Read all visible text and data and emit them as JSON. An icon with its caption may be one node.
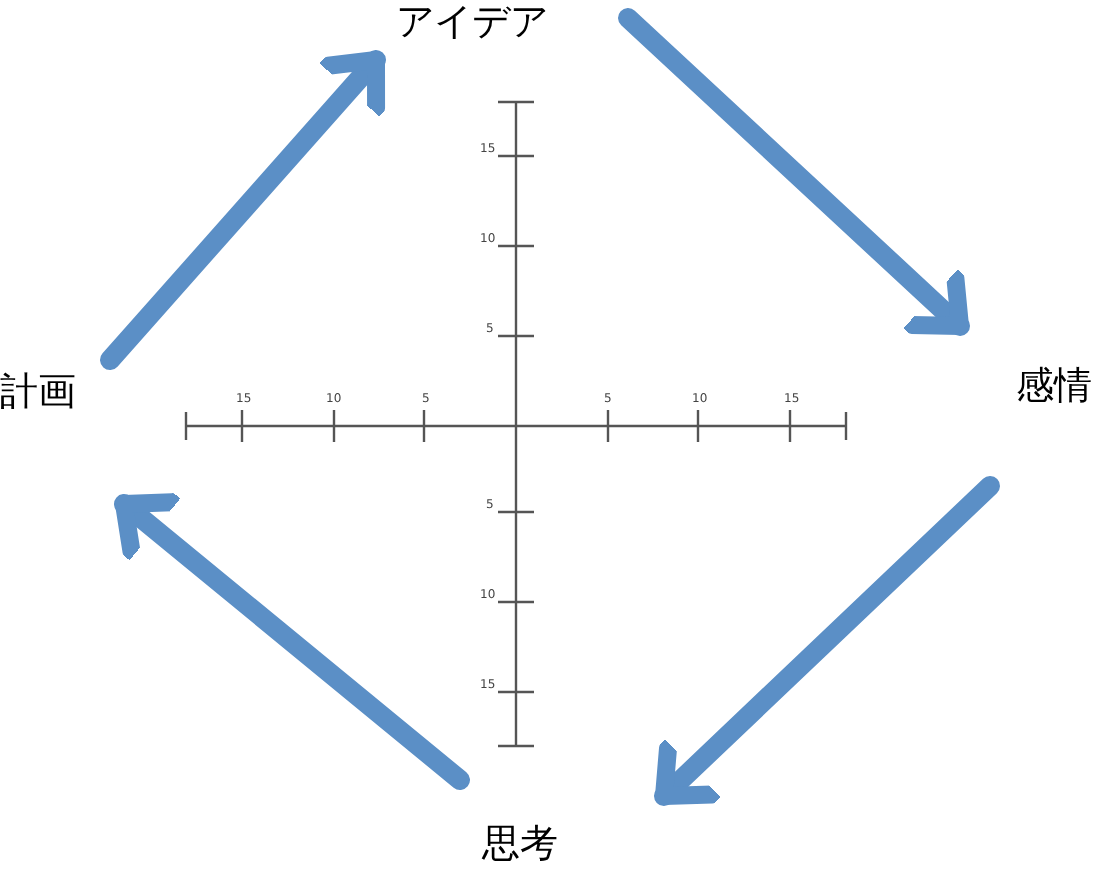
{
  "diagram": {
    "nodes": [
      {
        "text": [
          "アイデア"
        ]
      },
      {
        "text": [
          "感情"
        ]
      },
      {
        "text": [
          "思考"
        ]
      },
      {
        "text": [
          "計画"
        ]
      }
    ],
    "edges": [
      {
        "from": 3,
        "to": 0,
        "arrow": "to"
      },
      {
        "from": 0,
        "to": 1,
        "arrow": "to"
      },
      {
        "from": 1,
        "to": 2,
        "arrow": "to"
      },
      {
        "from": 2,
        "to": 3,
        "arrow": "to"
      }
    ],
    "labels": [
      "15",
      "10",
      "5",
      "15",
      "10",
      "5",
      "5",
      "10",
      "15",
      "5",
      "10",
      "15"
    ]
  }
}
